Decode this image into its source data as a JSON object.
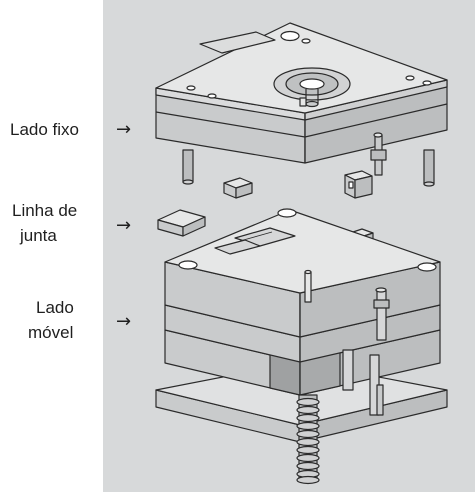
{
  "labels": {
    "fixed_side": "Lado fixo",
    "parting_line_1": "Linha de",
    "parting_line_2": "junta",
    "moving_side_1": "Lado",
    "moving_side_2": "móvel",
    "arrow": "→"
  },
  "colors": {
    "background": "#d7d9da",
    "plate_top": "#e6e7e7",
    "plate_front": "#c9cbcc",
    "plate_side": "#bcbebf",
    "outline": "#2b2b2b",
    "label_text": "#1f1f1f"
  }
}
